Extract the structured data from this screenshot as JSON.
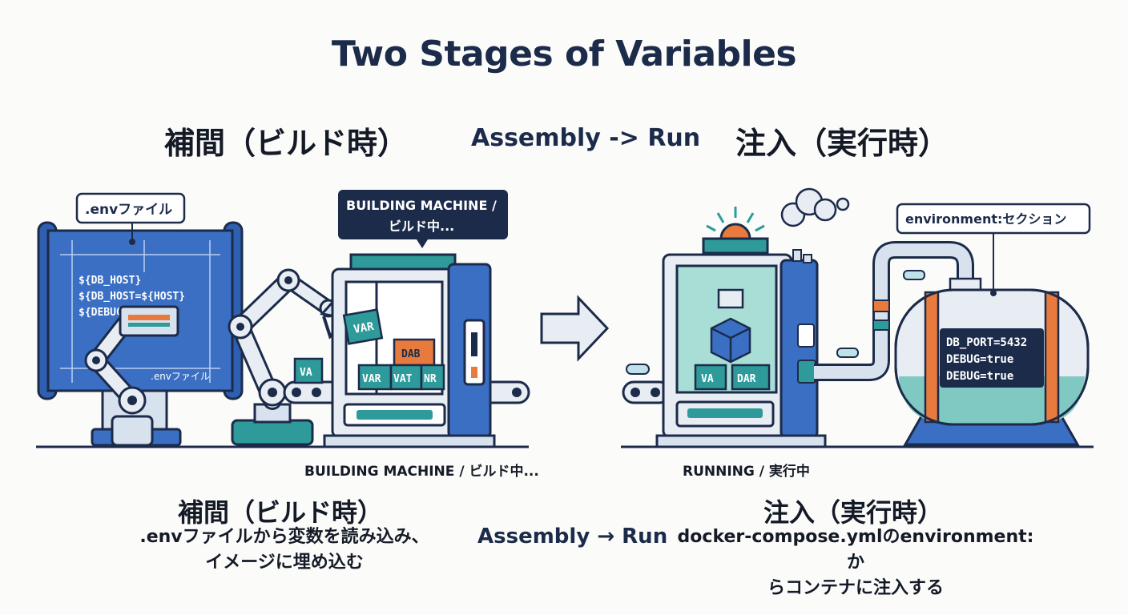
{
  "title": "Two Stages of Variables",
  "header": {
    "left": "補間（ビルド時）",
    "middle": "Assembly -> Run",
    "right": "注入（実行時）"
  },
  "build_scene": {
    "env_file_label": ".envファイル",
    "blueprint_lines": [
      "${DB_HOST}",
      "${DB_HOST=${HOST}",
      "${DEBUG"
    ],
    "blueprint_footer": ".envファイル",
    "machine_sign": [
      "BUILDING MACHINE /",
      "ビルド中..."
    ],
    "blocks": [
      "VAR",
      "VA",
      "DAB",
      "VAR",
      "VAT",
      "NR"
    ],
    "caption": "BUILDING MACHINE / ビルド中..."
  },
  "run_scene": {
    "env_section_label": "environment:セクション",
    "blocks": [
      "VA",
      "DAR"
    ],
    "tank_lines": [
      "DB_PORT=5432",
      "DEBUG=true",
      "DEBUG=true"
    ],
    "caption": "RUNNING / 実行中"
  },
  "bottom": {
    "left_title": "補間（ビルド時）",
    "left_desc": [
      ".envファイルから変数を読み込み、",
      "イメージに埋め込む"
    ],
    "middle": "Assembly → Run",
    "right_title": "注入（実行時）",
    "right_desc": [
      "docker-compose.ymlのenvironment:か",
      "らコンテナに注入する"
    ]
  },
  "colors": {
    "navy": "#1c2b4a",
    "blue": "#3a6fc4",
    "teal": "#2e9a9a",
    "orange": "#e77a3c"
  }
}
